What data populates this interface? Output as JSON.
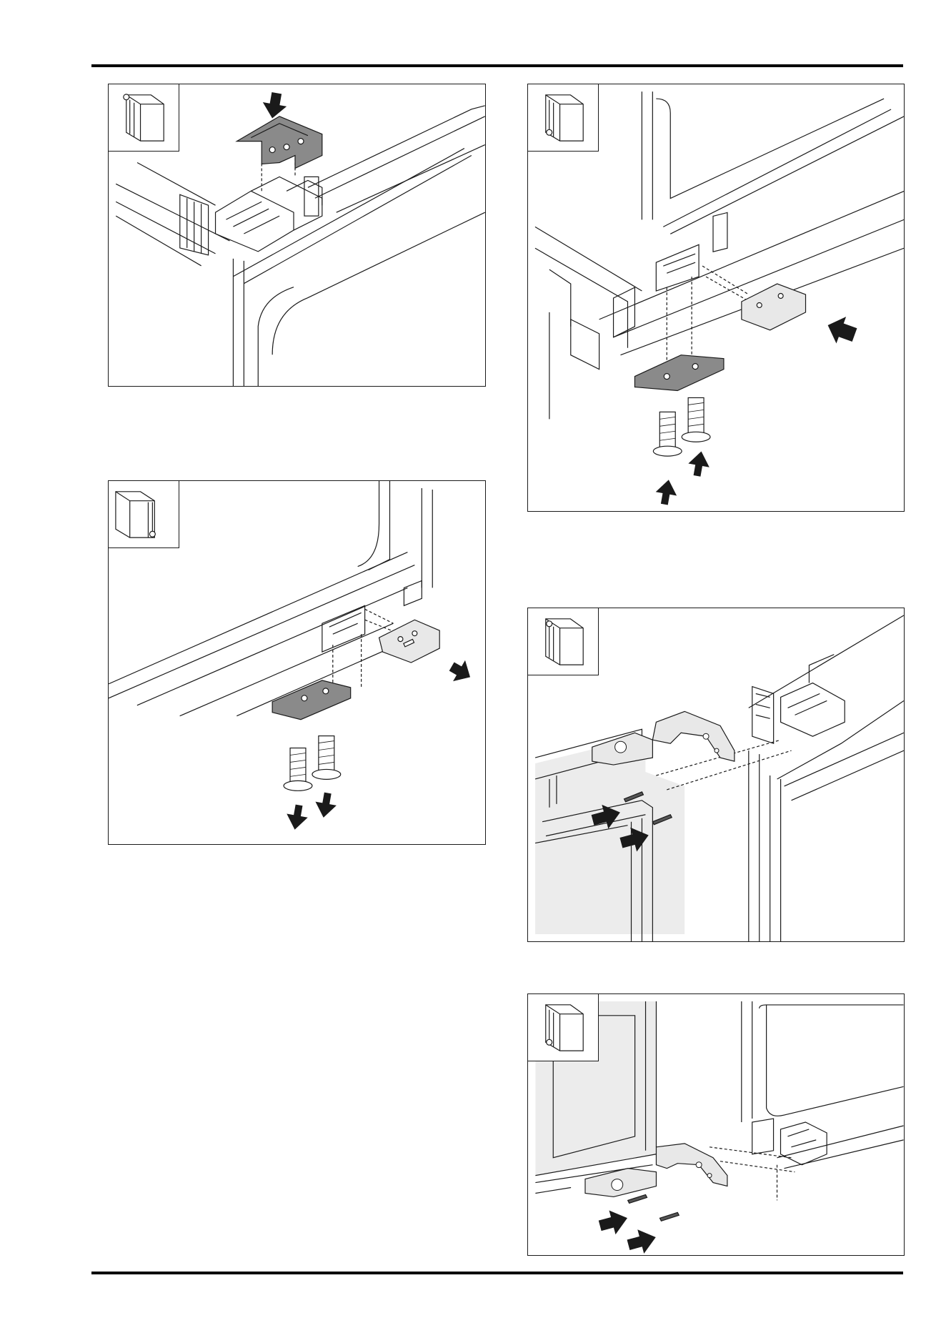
{
  "page": {
    "figures": [
      {
        "id": "fig1",
        "description_icon": "cabinet-top-left-corner-icon"
      },
      {
        "id": "fig2",
        "description_icon": "cabinet-bottom-right-corner-icon"
      },
      {
        "id": "fig3",
        "description_icon": "cabinet-bottom-left-corner-icon"
      },
      {
        "id": "fig4",
        "description_icon": "cabinet-top-left-corner-icon"
      },
      {
        "id": "fig5",
        "description_icon": "cabinet-bottom-left-corner-icon"
      }
    ],
    "colors": {
      "line": "#1a1a1a",
      "part_fill": "#8a8a8a",
      "door_shade": "#ececec"
    }
  }
}
